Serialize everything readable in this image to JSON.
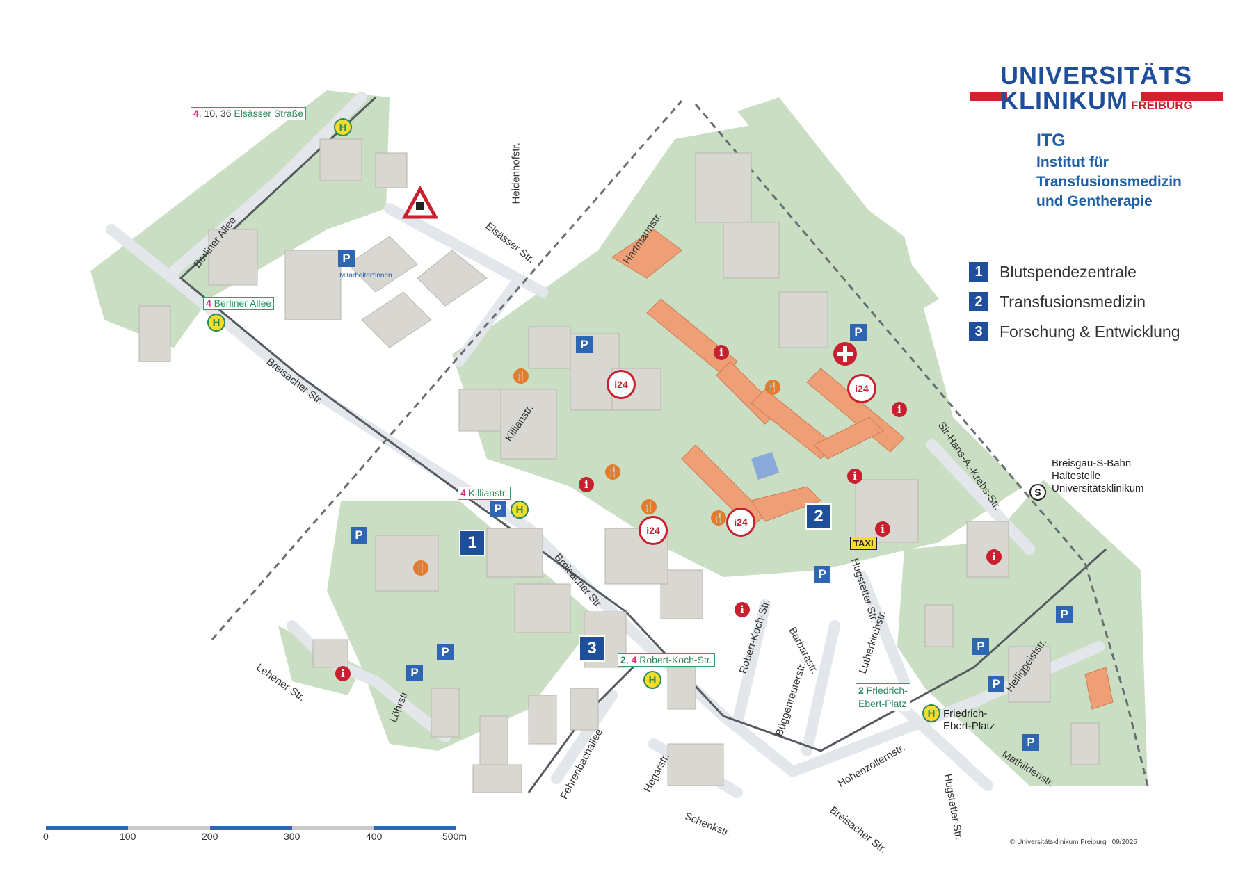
{
  "logo": {
    "line1": "UNIVERSITÄTS",
    "line2": "KLINIKUM",
    "line2_suffix": "FREIBURG",
    "brand_blue": "#1f4e9a",
    "brand_red": "#d0212f"
  },
  "institute": {
    "abbr": "ITG",
    "line1": "Institut für",
    "line2": "Transfusionsmedizin",
    "line3": "und Gentherapie"
  },
  "legend": [
    {
      "number": "1",
      "label": "Blutspendezentrale"
    },
    {
      "number": "2",
      "label": "Transfusionsmedizin"
    },
    {
      "number": "3",
      "label": "Forschung & Entwicklung"
    }
  ],
  "streets": {
    "heidenhofstr": "Heidenhofstr.",
    "elsaesser": "Elsässer Str.",
    "berliner_allee": "Berliner Allee",
    "hartmannstr": "Hartmannstr.",
    "breisacher1": "Breisacher Str.",
    "breisacher2": "Breisacher Str.",
    "breisacher3": "Breisacher Str.",
    "killianstr": "Killianstr.",
    "lehener": "Lehener Str.",
    "loehrstr": "Löhrstr.",
    "fehrenbachallee": "Fehrenbachallee",
    "hegarstr": "Hegarstr.",
    "schenkstr": "Schenkstr.",
    "robert_koch": "Robert-Koch-Str.",
    "barbarastr": "Barbarastr.",
    "bueggenreuter": "Büggenreuterstr.",
    "lutherkirch": "Lutherkirchstr.",
    "hugstetter1": "Hugstetter Str.",
    "hugstetter2": "Hugstetter Str.",
    "hohenzollern": "Hohenzollernstr.",
    "heiliggeist": "Heiliggeiststr.",
    "mathilden": "Mathildenstr.",
    "sir_hans": "Sir-Hans-A.-Krebs-Str."
  },
  "stops": {
    "elsaesser": {
      "lines_pink": "4",
      "lines_dark": ", 10, 36 ",
      "name": "Elsässer Straße"
    },
    "berliner": {
      "lines_pink": "4",
      "name": " Berliner Allee"
    },
    "killian": {
      "lines_pink": "4",
      "name": " Killianstr."
    },
    "robert_koch": {
      "line_green": "2",
      "sep": ", ",
      "lines_pink": "4",
      "name": " Robert-Koch-Str."
    },
    "friedrich": {
      "line_green": "2",
      "name1": " Friedrich-",
      "name2": "Ebert-Platz"
    },
    "friedrich_stop_text1": "Friedrich-",
    "friedrich_stop_text2": "Ebert-Platz"
  },
  "markers": {
    "stop_glyph": "H",
    "parking_glyph": "P",
    "parking_covered_glyph": "P",
    "info_glyph": "i",
    "info24_glyph": "i24",
    "taxi": "TAXI",
    "sbahn_glyph": "S",
    "staff_parking": "Mitarbeiter*innen",
    "num1": "1",
    "num2": "2",
    "num3": "3"
  },
  "sbahn": {
    "line1": "Breisgau-S-Bahn",
    "line2": "Haltestelle",
    "line3": "Universitätsklinikum"
  },
  "scale": {
    "labels": [
      "0",
      "100",
      "200",
      "300",
      "400",
      "500m"
    ]
  },
  "copyright": "© Universitätsklinikum Freiburg | 09/2025",
  "colors": {
    "green": "#c7dcc0",
    "road": "#e2e6eb",
    "building": "#d8d6d0",
    "clinic_building": "#ef9d73",
    "accent_blue": "#1f4e9a",
    "info_red": "#c8202f"
  }
}
